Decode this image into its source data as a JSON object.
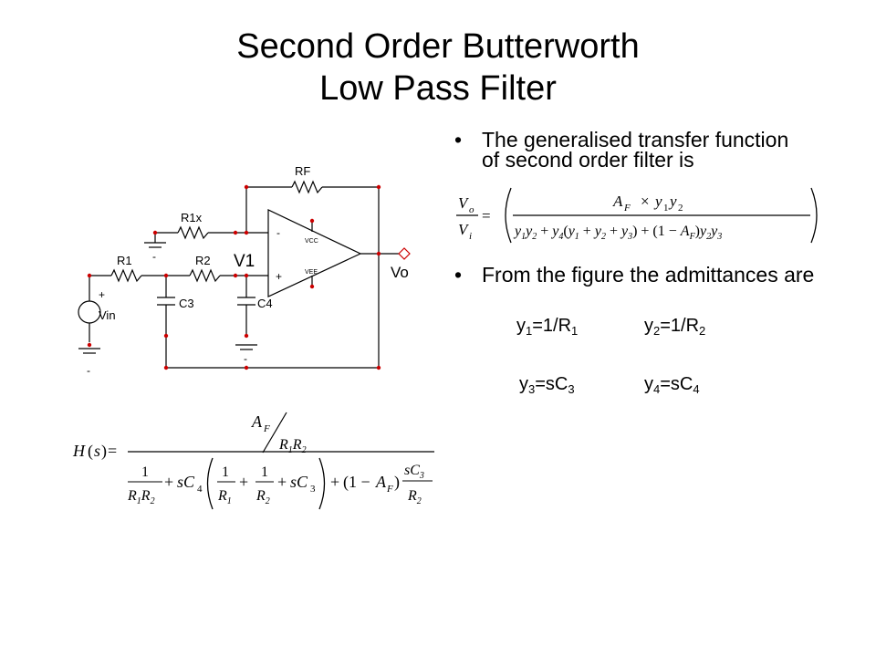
{
  "slide": {
    "title_line1": "Second Order Butterworth",
    "title_line2": "Low Pass Filter",
    "bullet1": "The generalised transfer function of second order filter is",
    "bullet2": "From the figure the admittances are",
    "admittances": {
      "y1": {
        "sym": "y",
        "sub": "1",
        "eq": "=1/R",
        "sub2": "1"
      },
      "y2": {
        "sym": "y",
        "sub": "2",
        "eq": "=1/R",
        "sub2": "2"
      },
      "y3": {
        "sym": "y",
        "sub": "3",
        "eq": "=sC",
        "sub2": "3"
      },
      "y4": {
        "sym": "y",
        "sub": "4",
        "eq": "=sC",
        "sub2": "4"
      }
    }
  },
  "circuit": {
    "labels": {
      "rf": "RF",
      "r1x": "R1x",
      "r1": "R1",
      "r2": "R2",
      "c3": "C3",
      "c4": "C4",
      "opamp": "V1",
      "vo": "Vo",
      "vin": "Vin",
      "vcc": "VCC",
      "vee": "VEE",
      "plus": "+",
      "minus": "-"
    }
  }
}
